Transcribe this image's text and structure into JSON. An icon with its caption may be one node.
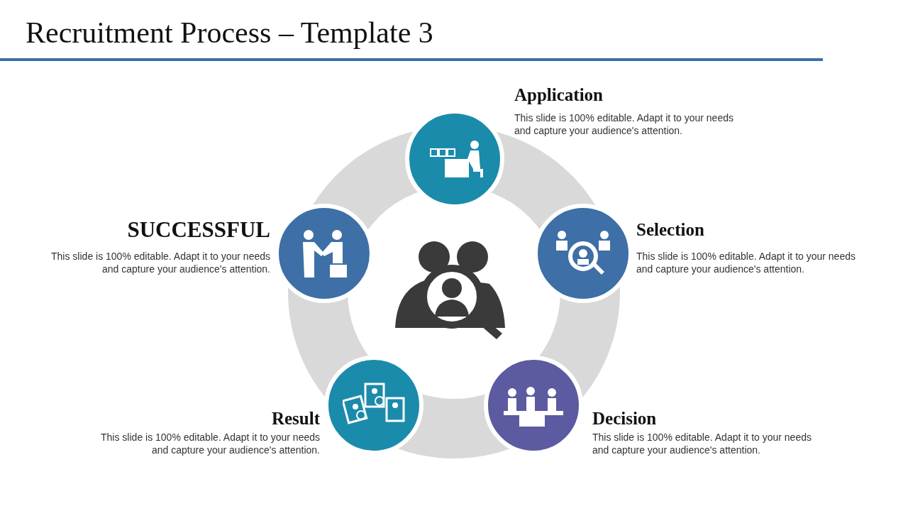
{
  "diagram": {
    "title": "Recruitment Process – Template 3",
    "nodes": [
      {
        "text": [
          "Application",
          "This slide is 100% editable. Adapt it to your needs and capture your audience's attention."
        ]
      },
      {
        "text": [
          "Selection",
          "This slide is 100% editable. Adapt it to your needs and capture your audience's attention."
        ]
      },
      {
        "text": [
          "Decision",
          "This slide is 100% editable. Adapt it to your needs and capture your audience's attention."
        ]
      },
      {
        "text": [
          "Result",
          "This slide is 100% editable. Adapt it to your needs and capture your audience's attention."
        ]
      },
      {
        "text": [
          "SUCCESSFUL",
          "This slide is 100% editable. Adapt it to your needs and capture your audience's attention."
        ]
      }
    ]
  }
}
